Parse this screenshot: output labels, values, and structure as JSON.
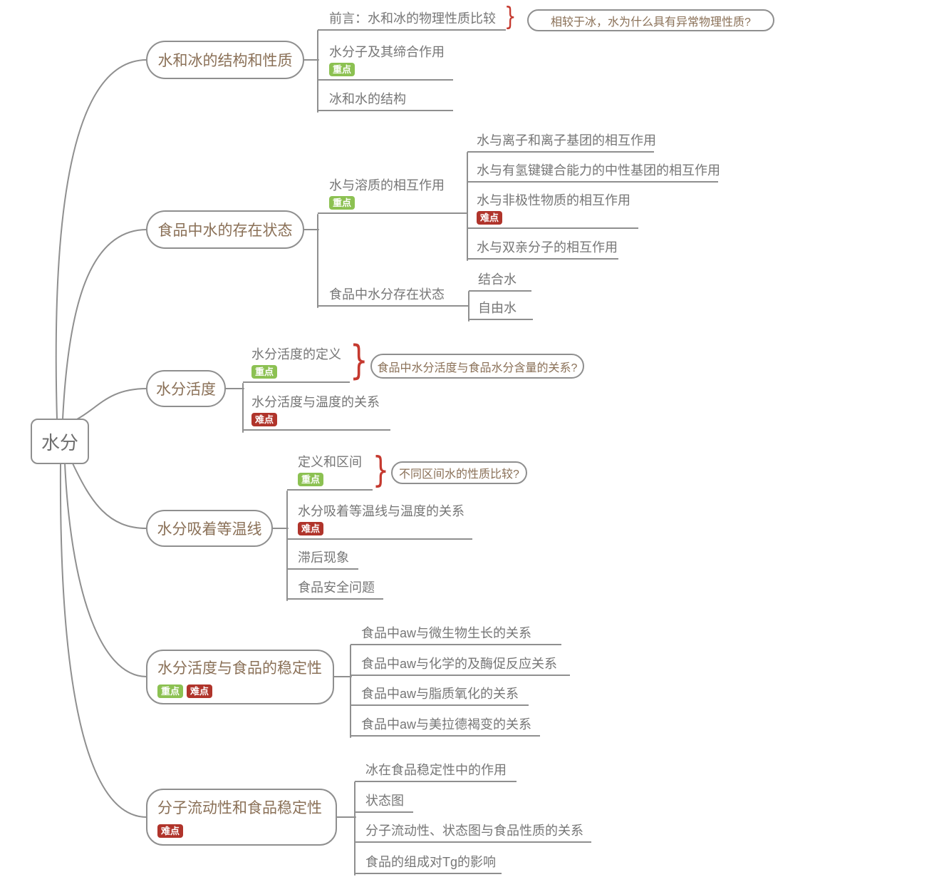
{
  "root": {
    "label": "水分"
  },
  "colors": {
    "background": "#ffffff",
    "line": "#8f8f8f",
    "branch_text": "#8a7057",
    "item_text": "#767676",
    "root_text": "#6f6f6f",
    "badge_important_bg": "#8cc152",
    "badge_difficult_bg": "#b0342b",
    "badge_text": "#ffffff",
    "brace": "#c5392f"
  },
  "badge_labels": {
    "important": "重点",
    "difficult": "难点"
  },
  "branches": [
    {
      "label": "水和冰的结构和性质",
      "children": [
        {
          "label": "前言：水和冰的物理性质比较",
          "callout": "相较于冰，水为什么具有异常物理性质?"
        },
        {
          "label": "水分子及其缔合作用",
          "badge": "重点"
        },
        {
          "label": "冰和水的结构"
        }
      ]
    },
    {
      "label": "食品中水的存在状态",
      "children": [
        {
          "label": "水与溶质的相互作用",
          "badge": "重点",
          "children": [
            {
              "label": "水与离子和离子基团的相互作用"
            },
            {
              "label": "水与有氢键键合能力的中性基团的相互作用"
            },
            {
              "label": "水与非极性物质的相互作用",
              "badge": "难点"
            },
            {
              "label": "水与双亲分子的相互作用"
            }
          ]
        },
        {
          "label": "食品中水分存在状态",
          "children": [
            {
              "label": "结合水"
            },
            {
              "label": "自由水"
            }
          ]
        }
      ]
    },
    {
      "label": "水分活度",
      "children": [
        {
          "label": "水分活度的定义",
          "badge": "重点",
          "callout": "食品中水分活度与食品水分含量的关系?"
        },
        {
          "label": "水分活度与温度的关系",
          "badge": "难点"
        }
      ]
    },
    {
      "label": "水分吸着等温线",
      "children": [
        {
          "label": "定义和区间",
          "badge": "重点",
          "callout": "不同区间水的性质比较?"
        },
        {
          "label": "水分吸着等温线与温度的关系",
          "badge": "难点"
        },
        {
          "label": "滞后现象"
        },
        {
          "label": "食品安全问题"
        }
      ]
    },
    {
      "label": "水分活度与食品的稳定性",
      "badges": [
        "重点",
        "难点"
      ],
      "children": [
        {
          "label": "食品中aw与微生物生长的关系"
        },
        {
          "label": "食品中aw与化学的及酶促反应关系"
        },
        {
          "label": "食品中aw与脂质氧化的关系"
        },
        {
          "label": "食品中aw与美拉德褐变的关系"
        }
      ]
    },
    {
      "label": "分子流动性和食品稳定性",
      "badges": [
        "难点"
      ],
      "children": [
        {
          "label": "冰在食品稳定性中的作用"
        },
        {
          "label": "状态图"
        },
        {
          "label": "分子流动性、状态图与食品性质的关系"
        },
        {
          "label": "食品的组成对Tg的影响"
        }
      ]
    }
  ]
}
